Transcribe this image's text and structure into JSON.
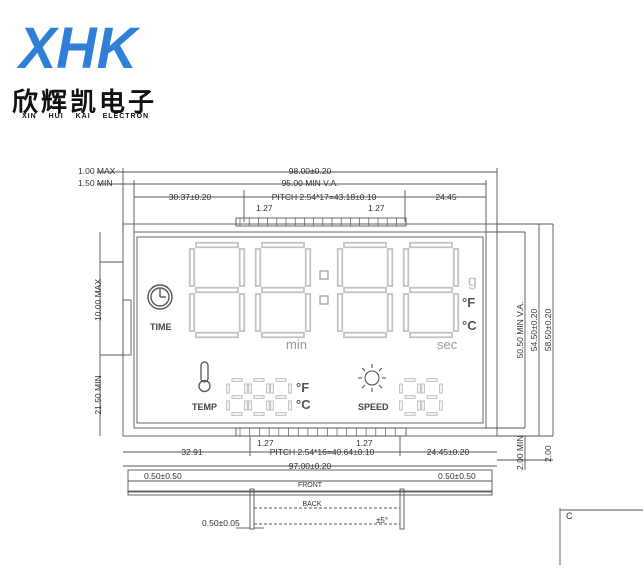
{
  "logo": {
    "mark": "XHK",
    "cn_name": "欣辉凯电子",
    "en_name": "XIN HUI KAI ELECTRON",
    "color": "#2f7fd9"
  },
  "dimensions": {
    "max_1": "1.00 MAX",
    "min_1": "1.50 MIN",
    "overall_width": "98.00±0.20",
    "va_width": "95.00 MIN V.A.",
    "left_offset": "30.37±0.20",
    "top_pitch": "PITCH 2.54*17=43.18±0.10",
    "top_right_offset": "24.45",
    "pin_w_top_left": "1.27",
    "pin_w_top_right": "1.27",
    "pin_len_max": "10.00 MAX",
    "pin_len_min": "21.50 MIN",
    "va_height": "50.50 MIN V.A.",
    "height_1": "54.50±0.20",
    "height_2": "58.50±0.20",
    "bottom_left_offset": "32.91",
    "pin_w_bot_left": "1.27",
    "pin_w_bot_right": "1.27",
    "bottom_pitch": "PITCH 2.54*16=40.64±0.10",
    "bottom_right_offset": "24.45±0.20",
    "min_2": "2.00 MIN",
    "size_2": "2.00",
    "glass_width": "97.00±0.20",
    "side_left": "0.50±0.50",
    "side_right": "0.50±0.50",
    "front": "FRONT",
    "back": "BACK",
    "pin_thick": "0.50±0.05",
    "angle": "±5°",
    "corner_label": "C"
  },
  "display": {
    "time_label": "TIME",
    "min_label": "min",
    "sec_label": "sec",
    "gram_unit": "g",
    "deg_f": "°F",
    "deg_c": "°C",
    "temp_label": "TEMP",
    "temp_f": "°F",
    "temp_c": "°C",
    "speed_label": "SPEED",
    "segment_color": "#c2c2c2",
    "icon_color": "#555555"
  }
}
